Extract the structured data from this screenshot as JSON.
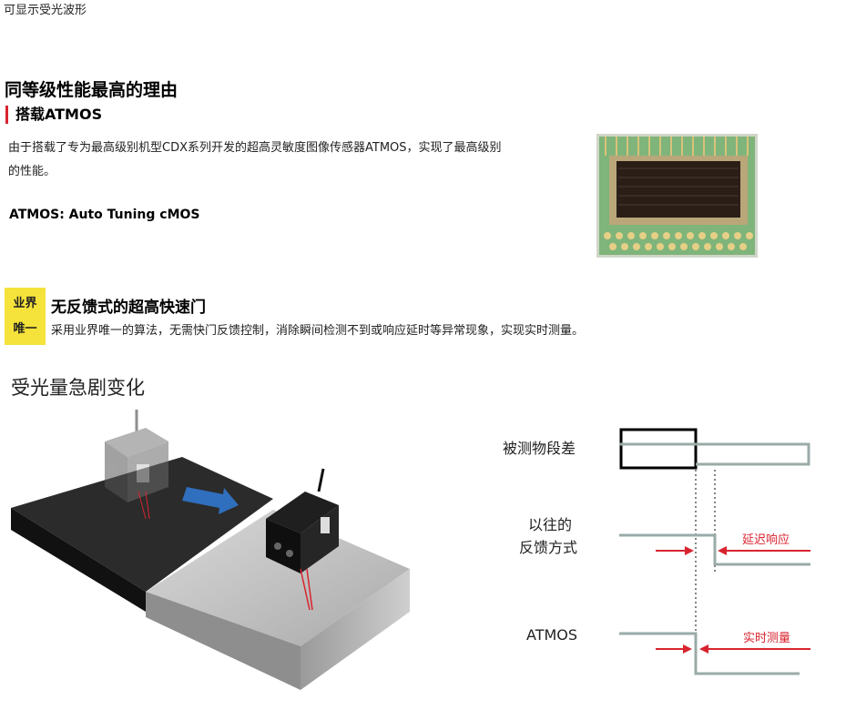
{
  "top_note": "可显示受光波形",
  "main_heading": "同等级性能最高的理由",
  "sub_heading": "搭载ATMOS",
  "description": "由于搭载了专为最高级别机型CDX系列开发的超高灵敏度图像传感器ATMOS，实现了最高级别的性能。",
  "atmos_full_name": "ATMOS: Auto Tuning cMOS",
  "badge": {
    "line1": "业界",
    "line2": "唯一"
  },
  "feature": {
    "title": "无反馈式的超高快速门",
    "description": "采用业界唯一的算法，无需快门反馈控制，消除瞬间检测不到或响应延时等异常现象，实现实时测量。"
  },
  "section_title": "受光量急剧变化",
  "timing": {
    "row1_label": "被测物段差",
    "row2_label_line1": "以往的",
    "row2_label_line2": "反馈方式",
    "row2_note": "延迟响应",
    "row3_label": "ATMOS",
    "row3_note": "实时测量"
  },
  "colors": {
    "accent_red": "#d8242f",
    "badge_yellow": "#f5e23a",
    "signal_gray": "#9aaba8"
  }
}
